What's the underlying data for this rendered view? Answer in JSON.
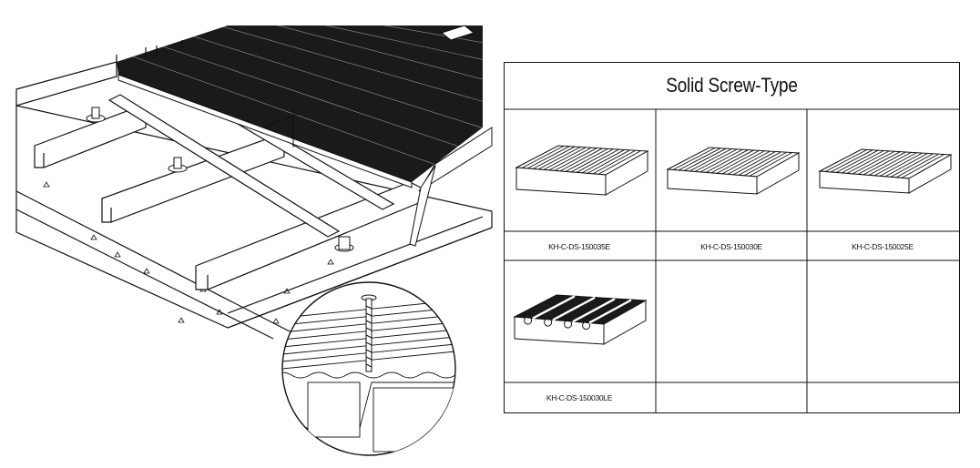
{
  "table": {
    "title": "Solid Screw-Type",
    "products": [
      {
        "code": "KH-C-DS-150035E",
        "profile": "fine-grooved-solid-board"
      },
      {
        "code": "KH-C-DS-150030E",
        "profile": "fine-grooved-solid-board"
      },
      {
        "code": "KH-C-DS-150025E",
        "profile": "fine-grooved-solid-board"
      },
      {
        "code": "KH-C-DS-150030LE",
        "profile": "wide-channel-solid-board"
      }
    ]
  },
  "colors": {
    "line": "#111111",
    "board_fill": "#1a1a1a",
    "background": "#ffffff"
  }
}
